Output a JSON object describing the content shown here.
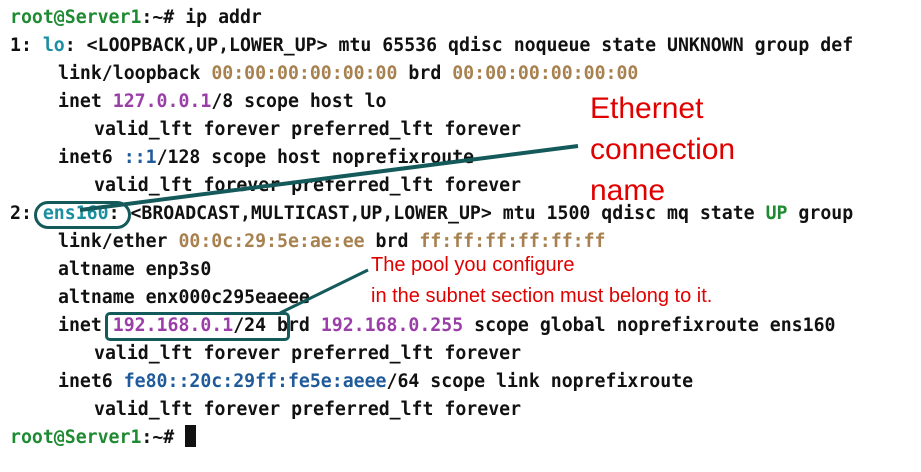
{
  "terminal": {
    "prompt": {
      "user_host": "root@Server1",
      "sep": ":~# ",
      "command": "ip addr"
    },
    "l1": {
      "prefix": "1: ",
      "iface": "lo",
      "rest": ": <LOOPBACK,UP,LOWER_UP> mtu 65536 qdisc noqueue state UNKNOWN group def"
    },
    "l2": {
      "label": "link/loopback ",
      "mac": "00:00:00:00:00:00",
      "brd": " brd ",
      "brd_mac": "00:00:00:00:00:00"
    },
    "l3": {
      "label": "inet ",
      "ip": "127.0.0.1",
      "rest": "/8 scope host lo"
    },
    "l4": {
      "text": "valid_lft forever preferred_lft forever"
    },
    "l5": {
      "label": "inet6 ",
      "ip": "::1",
      "rest": "/128 scope host noprefixroute"
    },
    "l6": {
      "text": "valid_lft forever preferred_lft forever"
    },
    "l7": {
      "prefix": "2: ",
      "iface": "ens160",
      "mid": ": <BROADCAST,MULTICAST,UP,LOWER_UP> mtu 1500 qdisc mq state ",
      "state": "UP",
      "rest": " group"
    },
    "l8": {
      "label": "link/ether ",
      "mac": "00:0c:29:5e:ae:ee",
      "brd": " brd ",
      "brd_mac": "ff:ff:ff:ff:ff:ff"
    },
    "l9": {
      "text": "altname enp3s0"
    },
    "l10": {
      "text": "altname enx000c295eaeee"
    },
    "l11": {
      "label": "inet ",
      "ip": "192.168.0.1",
      "cidr": "/24",
      "brd": " brd ",
      "brd_ip": "192.168.0.255",
      "rest": " scope global noprefixroute ens160"
    },
    "l12": {
      "text": "valid_lft forever preferred_lft forever"
    },
    "l13": {
      "label": "inet6 ",
      "ip": "fe80::20c:29ff:fe5e:aeee",
      "rest": "/64 scope link noprefixroute"
    },
    "l14": {
      "text": "valid_lft forever preferred_lft forever"
    },
    "prompt2": {
      "user_host": "root@Server1",
      "sep": ":~# "
    }
  },
  "annotations": {
    "ethernet_line1": "Ethernet",
    "ethernet_line2": "connection",
    "ethernet_line3": "name",
    "pool_line1": "The pool you configure",
    "pool_line2": "in the subnet section must belong to it."
  },
  "colors": {
    "annotation_text": "#e00000",
    "highlight_border": "#145a5a",
    "user_host": "#1e8a32",
    "interface": "#1a8fa0",
    "mac": "#a7814f",
    "ipv4": "#9b3fa8",
    "ipv6": "#1f5a9a"
  }
}
